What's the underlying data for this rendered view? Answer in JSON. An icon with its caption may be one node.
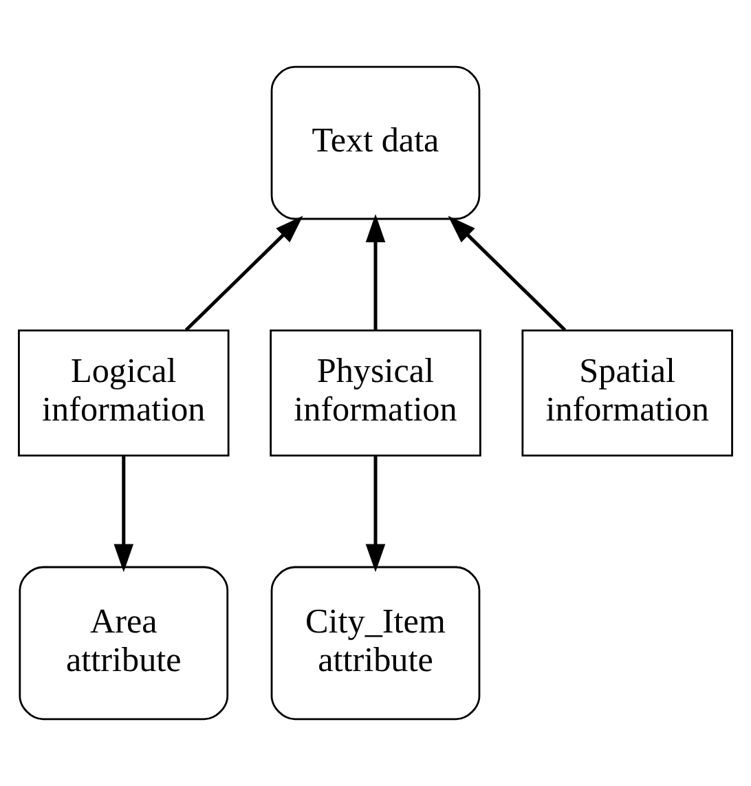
{
  "diagram": {
    "nodes": [
      {
        "text": [
          "Text data"
        ]
      },
      {
        "text": [
          "Logical information"
        ]
      },
      {
        "text": [
          "Physical information"
        ]
      },
      {
        "text": [
          "Spatial information"
        ]
      },
      {
        "text": [
          "Area attribute"
        ]
      },
      {
        "text": [
          "City_Item attribute"
        ]
      }
    ],
    "edges": [
      {
        "from": 1,
        "to": 0,
        "arrow": "to"
      },
      {
        "from": 2,
        "to": 0,
        "arrow": "to"
      },
      {
        "from": 3,
        "to": 0,
        "arrow": "to"
      },
      {
        "from": 1,
        "to": 4,
        "arrow": "to"
      },
      {
        "from": 2,
        "to": 5,
        "arrow": "to"
      }
    ]
  }
}
